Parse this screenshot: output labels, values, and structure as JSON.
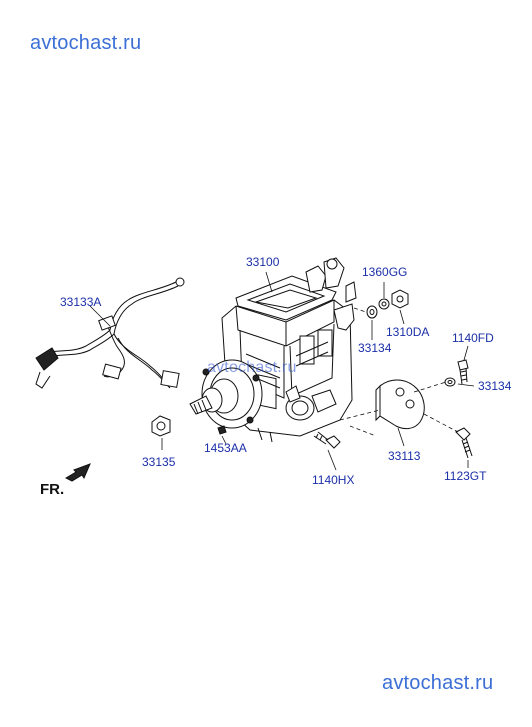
{
  "watermarks": {
    "top": "avtochast.ru",
    "center": "avtochast.ru",
    "bottom": "avtochast.ru"
  },
  "orientation_label": "FR.",
  "part_labels": {
    "p33100": "33100",
    "p1360GG": "1360GG",
    "p33134_a": "33134",
    "p1310DA": "1310DA",
    "p33133A": "33133A",
    "p1140FD": "1140FD",
    "p33134_b": "33134",
    "p33135": "33135",
    "p1453AA": "1453AA",
    "p33113": "33113",
    "p1140HX": "1140HX",
    "p1123GT": "1123GT"
  },
  "colors": {
    "label_text": "#1b2fa8",
    "watermark": "#3b6fd6",
    "line_art": "#111111"
  }
}
